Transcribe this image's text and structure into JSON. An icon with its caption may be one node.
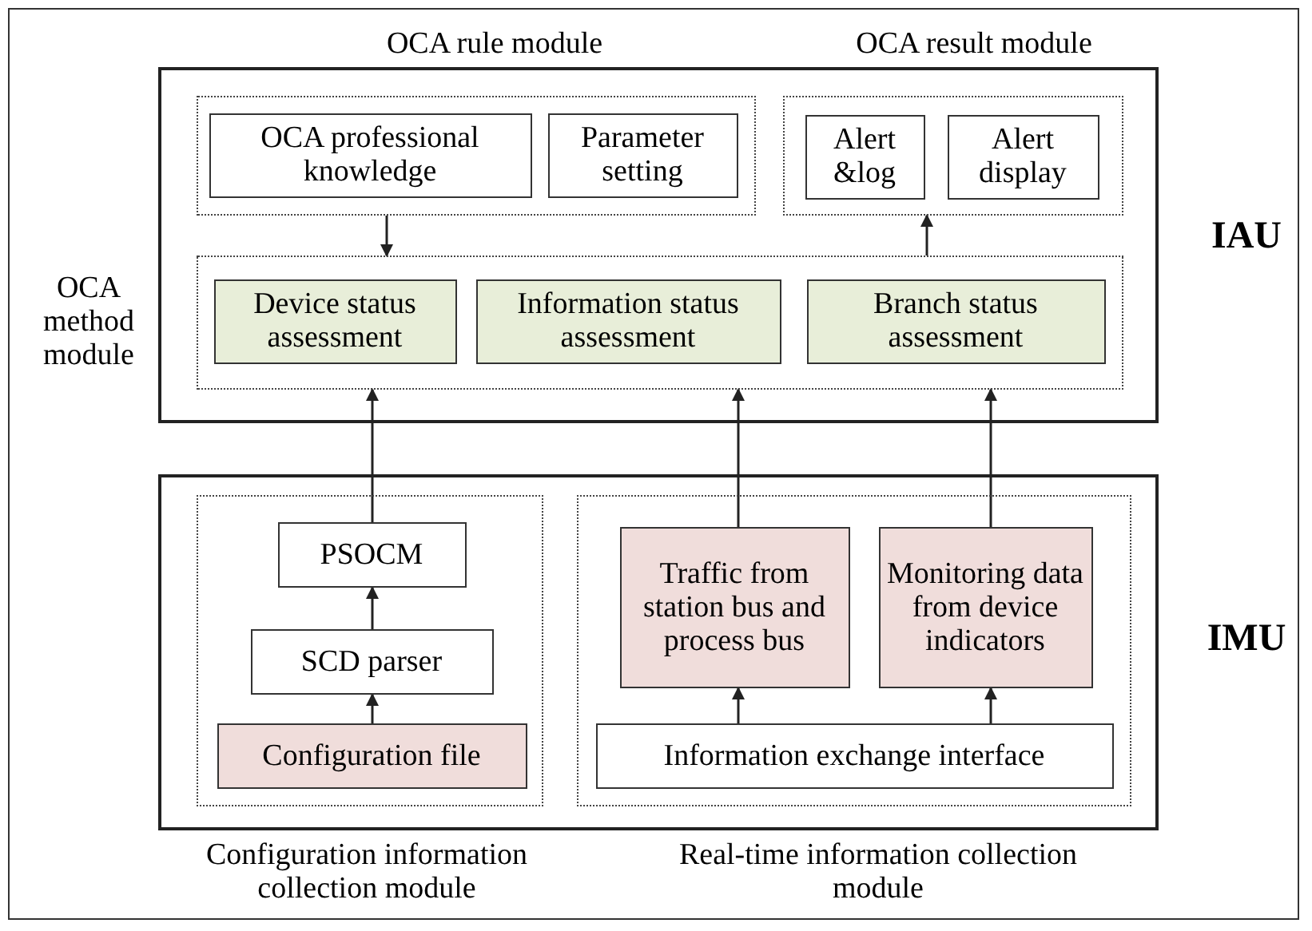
{
  "diagram": {
    "nodes": [
      {
        "text": [
          "IAU"
        ]
      },
      {
        "text": [
          "OCA rule module"
        ],
        "in": 0
      },
      {
        "text": [
          "OCA professional knowledge"
        ],
        "in": 1
      },
      {
        "text": [
          "Parameter setting"
        ],
        "in": 1
      },
      {
        "text": [
          "OCA result module"
        ],
        "in": 0
      },
      {
        "text": [
          "Alert &log"
        ],
        "in": 4
      },
      {
        "text": [
          "Alert display"
        ],
        "in": 4
      },
      {
        "text": [
          "OCA method module"
        ],
        "in": 0
      },
      {
        "text": [
          "Device status assessment"
        ],
        "in": 7
      },
      {
        "text": [
          "Information status assessment"
        ],
        "in": 7
      },
      {
        "text": [
          "Branch status assessment"
        ],
        "in": 7
      },
      {
        "text": [
          "IMU"
        ]
      },
      {
        "text": [
          "Configuration information collection module"
        ],
        "in": 11
      },
      {
        "text": [
          "PSOCM"
        ],
        "in": 12
      },
      {
        "text": [
          "SCD parser"
        ],
        "in": 12
      },
      {
        "text": [
          "Configuration file"
        ],
        "in": 12
      },
      {
        "text": [
          "Real-time information collection module"
        ],
        "in": 11
      },
      {
        "text": [
          "Traffic from station bus and process bus"
        ],
        "in": 16
      },
      {
        "text": [
          "Monitoring data from device indicators"
        ],
        "in": 16
      },
      {
        "text": [
          "Information exchange interface"
        ],
        "in": 16
      }
    ],
    "edges": [
      {
        "from": 1,
        "to": 7,
        "arrow": "to"
      },
      {
        "from": 7,
        "to": 4,
        "arrow": "to"
      },
      {
        "from": 13,
        "to": 7,
        "arrow": "to"
      },
      {
        "from": 17,
        "to": 7,
        "arrow": "to"
      },
      {
        "from": 18,
        "to": 7,
        "arrow": "to"
      },
      {
        "from": 14,
        "to": 13,
        "arrow": "to"
      },
      {
        "from": 15,
        "to": 14,
        "arrow": "to"
      },
      {
        "from": 19,
        "to": 17,
        "arrow": "to"
      },
      {
        "from": 19,
        "to": 18,
        "arrow": "to"
      }
    ]
  }
}
